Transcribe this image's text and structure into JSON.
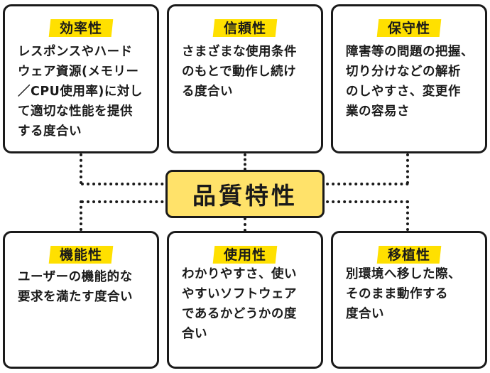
{
  "diagram": {
    "center_label": "品質特性",
    "accent_color": "#ffe000",
    "center_fill": "#ffe26a",
    "line_color": "#1a1a1a",
    "boxes": [
      {
        "title": "効率性",
        "lines": [
          "レスポンスやハード",
          "ウェア資源(メモリー",
          "／CPU使用率)に対し",
          "て適切な性能を提供",
          "する度合い"
        ]
      },
      {
        "title": "信頼性",
        "lines": [
          "さまざまな使用条件",
          "のもとで動作し続け",
          "る度合い"
        ]
      },
      {
        "title": "保守性",
        "lines": [
          "障害等の問題の把握、",
          "切り分けなどの解析",
          "のしやすさ、変更作",
          "業の容易さ"
        ]
      },
      {
        "title": "機能性",
        "lines": [
          "ユーザーの機能的な",
          "要求を満たす度合い"
        ]
      },
      {
        "title": "使用性",
        "lines": [
          "わかりやすさ、使い",
          "やすいソフトウェア",
          "であるかどうかの度",
          "合い"
        ]
      },
      {
        "title": "移植性",
        "lines": [
          "別環境へ移した際、",
          "そのまま動作する",
          "度合い"
        ]
      }
    ]
  }
}
